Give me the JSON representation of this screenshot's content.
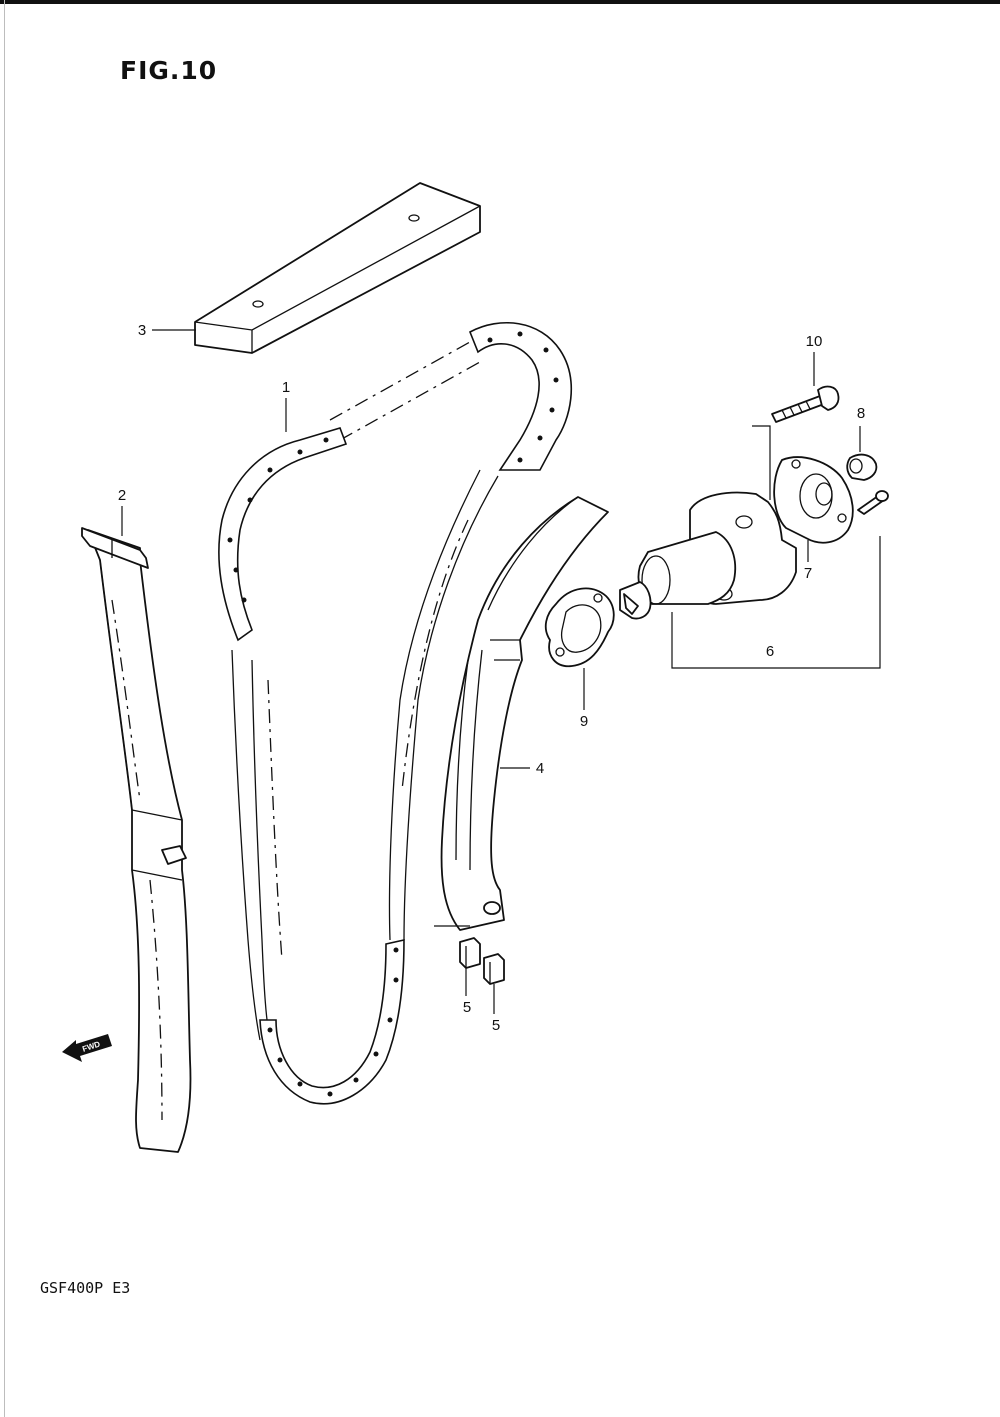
{
  "figure": {
    "title": "FIG.10"
  },
  "footer": {
    "model_code": "GSF400P  E3"
  },
  "callouts": [
    {
      "id": "1",
      "label": "1"
    },
    {
      "id": "2",
      "label": "2"
    },
    {
      "id": "3",
      "label": "3"
    },
    {
      "id": "4",
      "label": "4"
    },
    {
      "id": "5a",
      "label": "5"
    },
    {
      "id": "5b",
      "label": "5"
    },
    {
      "id": "6",
      "label": "6"
    },
    {
      "id": "7",
      "label": "7"
    },
    {
      "id": "8",
      "label": "8"
    },
    {
      "id": "9",
      "label": "9"
    },
    {
      "id": "10",
      "label": "10"
    }
  ],
  "direction_arrow": {
    "label": "FWD",
    "icon": "fwd-arrow-icon"
  },
  "colors": {
    "ink": "#111111",
    "paper": "#ffffff"
  }
}
